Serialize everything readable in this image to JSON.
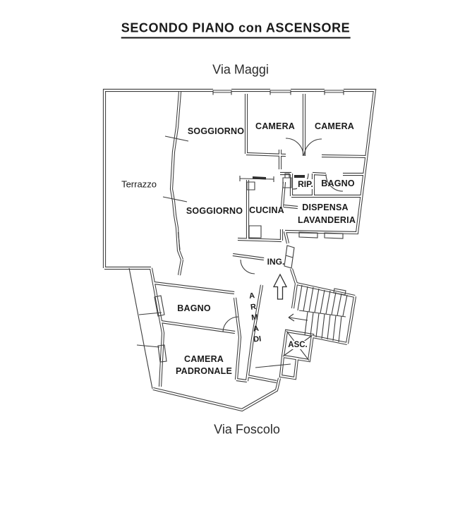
{
  "title": "SECONDO PIANO con ASCENSORE",
  "streets": {
    "top": "Via Maggi",
    "bottom": "Via Foscolo"
  },
  "rooms": {
    "terrazzo": "Terrazzo",
    "soggiorno_top": "SOGGIORNO",
    "camera_left": "CAMERA",
    "camera_right": "CAMERA",
    "soggiorno_bottom": "SOGGIORNO",
    "cucina": "CUCINA",
    "rip": "RIP.",
    "bagno_top": "BAGNO",
    "dispensa": "DISPENSA",
    "lavanderia": "LAVANDERIA",
    "ing": "ING.",
    "armadi": "ARMADI",
    "bagno_lower": "BAGNO",
    "camera_padronale": {
      "line1": "CAMERA",
      "line2": "PADRONALE"
    },
    "asc": "ASC."
  },
  "colors": {
    "line": "#3c3c3c",
    "text": "#1a1a1a",
    "background": "#ffffff"
  }
}
